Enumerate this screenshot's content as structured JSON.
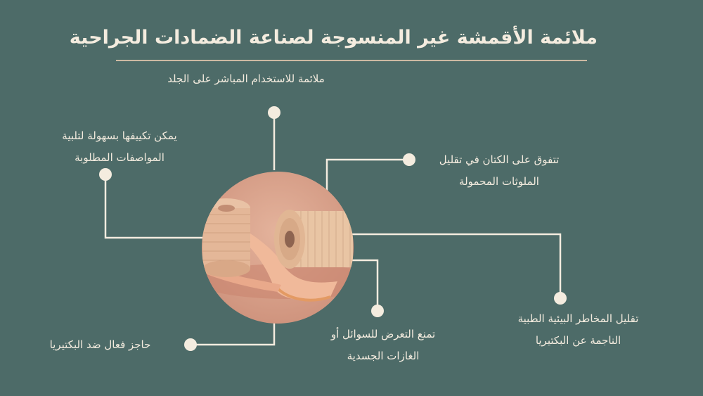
{
  "title": "ملائمة الأقمشة غير المنسوجة لصناعة الضمادات الجراحية",
  "palette": {
    "background": "#4d6b68",
    "text": "#f4ecdf",
    "rule": "#cdb9a3",
    "circle": "#d8a089"
  },
  "center_image": "surgical-bandage-rolls",
  "labels": {
    "direct_skin": "ملائمة للاستخدام المباشر على الجلد",
    "customize": "يمكن تكييفها بسهولة لتلبية المواصفات المطلوبة",
    "cotton": "تتفوق على الكتان في تقليل الملوثات المحمولة",
    "infection": "تقليل المخاطر البيئية الطبية الناجمة عن البكتيريا",
    "fluids": "تمنع التعرض للسوائل أو الغازات الجسدية",
    "barrier": "حاجز فعال ضد البكتيريا"
  }
}
